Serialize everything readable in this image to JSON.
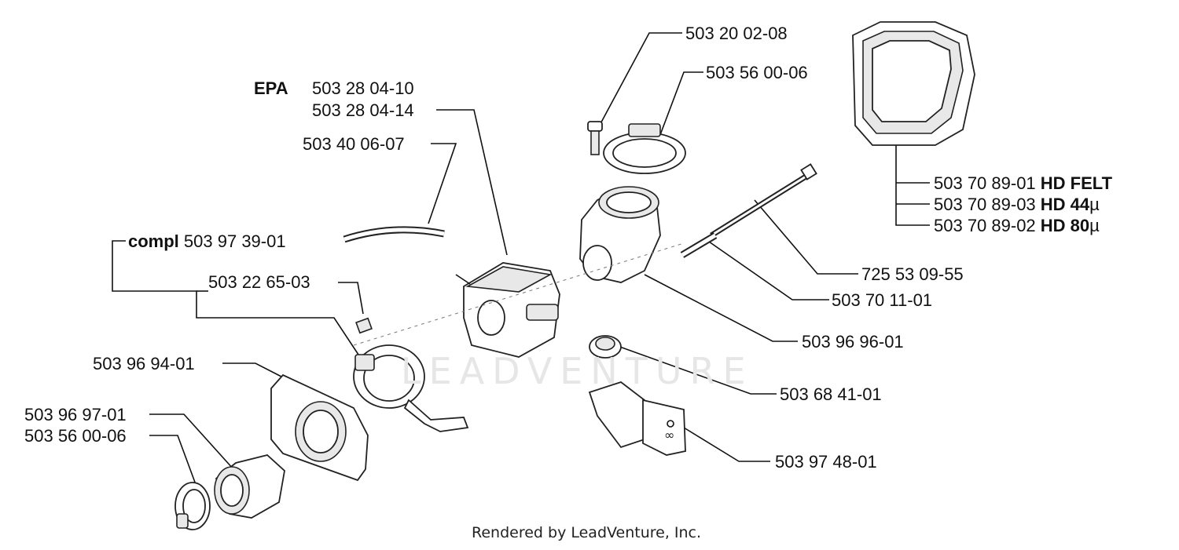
{
  "labels": {
    "epa_tag": "EPA",
    "carb_1": "503 28 04-10",
    "carb_2": "503 28 04-14",
    "fuel_hose": "503 40 06-07",
    "compl_tag": "compl",
    "compl_part": "503 97 39-01",
    "gasket": "503 22 65-03",
    "intake_plate": "503 96 94-01",
    "intake_boot": "503 96 97-01",
    "hose_clamp_lower": "503 56 00-06",
    "screw": "503 20 02-08",
    "hose_clamp_upper": "503 56 00-06",
    "filter_felt_part": "503 70 89-01",
    "filter_felt_tag": "HD FELT",
    "filter_44_part": "503 70 89-03",
    "filter_44_tag": "HD 44",
    "filter_80_part": "503 70 89-02",
    "filter_80_tag": "HD 80",
    "micron_symbol": "µ",
    "long_bolt": "725 53 09-55",
    "pin": "503 70 11-01",
    "adapter": "503 96 96-01",
    "knob": "503 68 41-01",
    "choke": "503 97 48-01"
  },
  "watermark": "LEADVENTURE",
  "footer": "Rendered by LeadVenture, Inc."
}
